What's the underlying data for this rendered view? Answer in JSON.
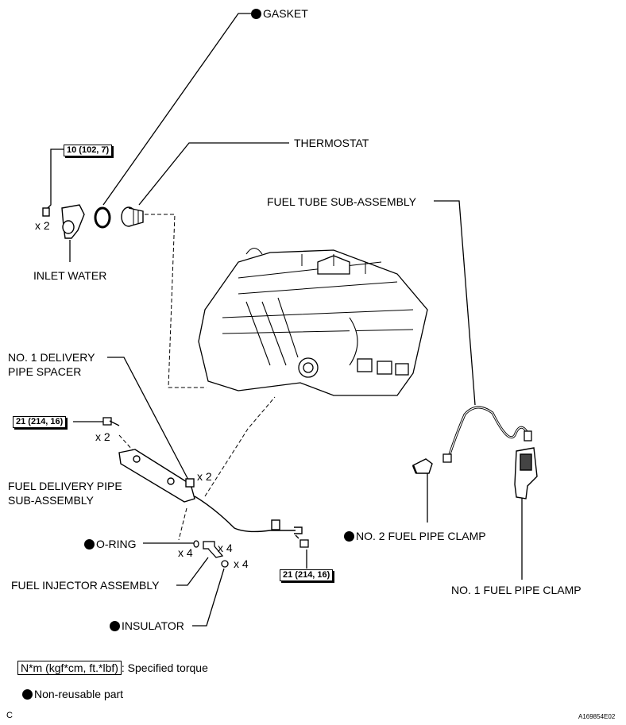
{
  "labels": {
    "gasket": "GASKET",
    "thermostat": "THERMOSTAT",
    "inlet_water": "INLET WATER",
    "fuel_tube": "FUEL TUBE SUB-ASSEMBLY",
    "delivery_spacer_1": "NO. 1 DELIVERY",
    "delivery_spacer_2": "PIPE SPACER",
    "fuel_pipe_1": "FUEL DELIVERY PIPE",
    "fuel_pipe_2": "SUB-ASSEMBLY",
    "oring": "O-RING",
    "injector": "FUEL INJECTOR ASSEMBLY",
    "insulator": "INSULATOR",
    "clamp2": "NO. 2 FUEL PIPE CLAMP",
    "clamp1": "NO. 1 FUEL PIPE CLAMP"
  },
  "torques": {
    "inlet": "10 (102, 7)",
    "pipe": "21 (214, 16)",
    "tube": "21 (214, 16)"
  },
  "quantities": {
    "inlet": "x 2",
    "pipe_bolt": "x 2",
    "spacer": "x 2",
    "oring": "x 4",
    "injector": "x 4",
    "insulator": "x 4"
  },
  "legend": {
    "torque_box": "N*m (kgf*cm, ft.*lbf)",
    "torque_text": ": Specified torque",
    "nonreusable": "Non-reusable part"
  },
  "footer": {
    "left": "C",
    "right": "A169854E02"
  }
}
